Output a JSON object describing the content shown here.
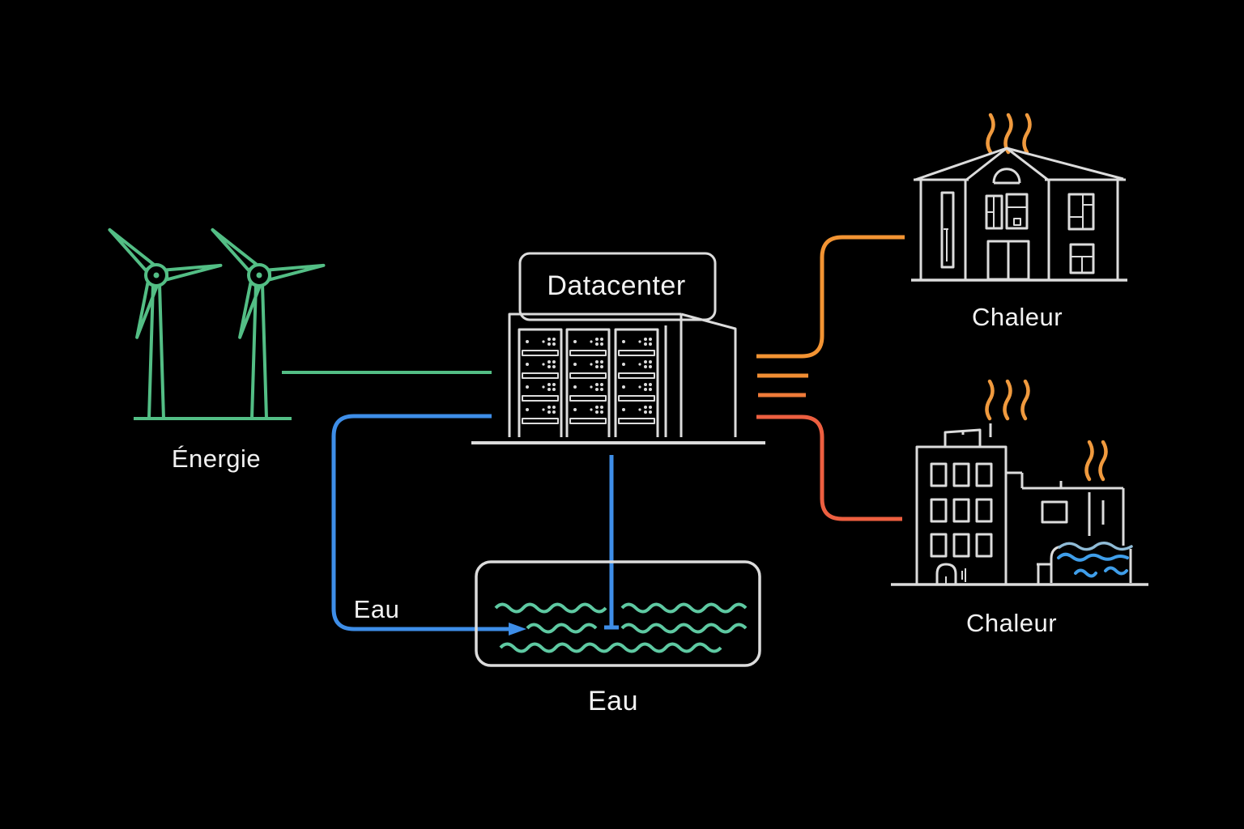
{
  "diagram": {
    "type": "flow-diagram",
    "background": "black",
    "nodes": [
      {
        "id": "energy-source",
        "label": "Énergie",
        "icon": "wind-turbines",
        "color_key": "green"
      },
      {
        "id": "datacenter",
        "label": "Datacenter",
        "icon": "server-building",
        "color_key": "line_white"
      },
      {
        "id": "water-tank",
        "label": "Eau",
        "icon": "water-waves-tank",
        "color_key": "teal"
      },
      {
        "id": "house",
        "label": "Chaleur",
        "icon": "house-with-heat",
        "color_key": "heat_orange"
      },
      {
        "id": "apartment",
        "label": "Chaleur",
        "icon": "building-with-pool-and-heat",
        "color_key": "heat_orange"
      }
    ],
    "edges": [
      {
        "from": "energy-source",
        "to": "datacenter",
        "style": "straight-line",
        "color_key": "green"
      },
      {
        "from": "datacenter",
        "to": "water-tank",
        "style": "pipe-loop-left-with-arrow",
        "label": "Eau",
        "color_key": "blue"
      },
      {
        "from": "datacenter",
        "to": "water-tank",
        "style": "pipe-vertical",
        "color_key": "blue"
      },
      {
        "from": "datacenter",
        "to": "house",
        "style": "elbow-up",
        "color_key": "orange1"
      },
      {
        "from": "datacenter",
        "to": "apartment",
        "style": "elbow-down",
        "color_key": "orange4"
      },
      {
        "from": "datacenter",
        "to": null,
        "style": "stub",
        "color_key": "orange2"
      },
      {
        "from": "datacenter",
        "to": null,
        "style": "stub",
        "color_key": "orange3"
      }
    ]
  },
  "labels": {
    "energie": "Énergie",
    "datacenter": "Datacenter",
    "eau_pipe": "Eau",
    "eau_tank": "Eau",
    "chaleur_house": "Chaleur",
    "chaleur_building": "Chaleur"
  },
  "colors": {
    "background": "#000000",
    "line_white": "#DCDCDC",
    "text_white": "#F2F2F2",
    "green": "#53BE85",
    "teal": "#5EC9A2",
    "blue": "#3E8EE8",
    "orange1": "#F39433",
    "orange2": "#F18E33",
    "orange3": "#EF7B39",
    "orange4": "#ED5F40",
    "heat_orange": "#F09A3E",
    "pool_blue": "#3F9EEA",
    "pool_edge": "#8FBBD6"
  }
}
